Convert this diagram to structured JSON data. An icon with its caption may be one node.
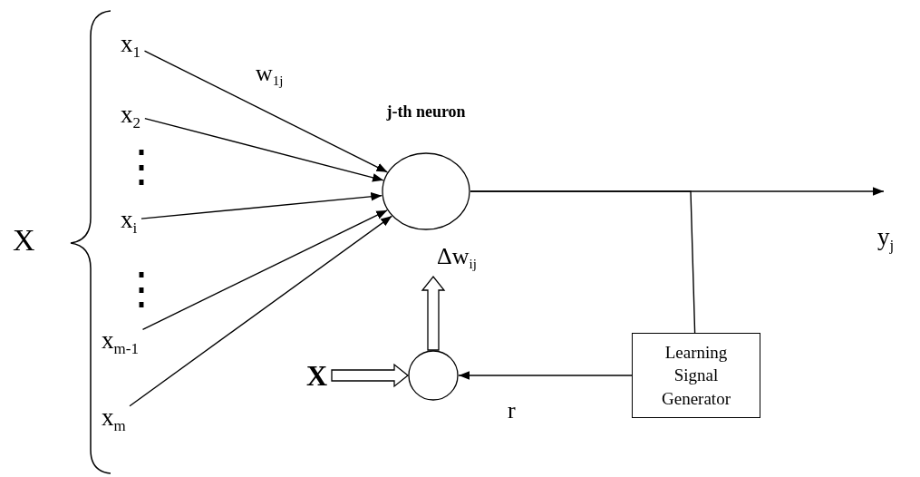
{
  "diagram": {
    "nodes": [
      {
        "text": [
          "x$_{1}$"
        ]
      },
      {
        "text": [
          "x$_{2}$"
        ]
      },
      {
        "text": [
          "x$_{i}$"
        ]
      },
      {
        "text": [
          "x$_{m-1}$"
        ]
      },
      {
        "text": [
          "x$_{m}$"
        ]
      },
      {
        "text": [
          "j-th neuron"
        ]
      },
      {
        "text": [],
        "shape": "circle"
      },
      {
        "text": [
          "Learning Signal Generator"
        ]
      },
      {
        "text": [
          "X"
        ]
      }
    ],
    "edges": [
      {
        "from": 0,
        "to": 5,
        "arrow": "to",
        "label": "w$_{1j}$"
      },
      {
        "from": 1,
        "to": 5,
        "arrow": "to"
      },
      {
        "from": 2,
        "to": 5,
        "arrow": "to"
      },
      {
        "from": 3,
        "to": 5,
        "arrow": "to"
      },
      {
        "from": 4,
        "to": 5,
        "arrow": "to"
      },
      {
        "from": 5,
        "to": null,
        "arrow": "to"
      },
      {
        "from": 5,
        "to": 7,
        "arrow": "none"
      },
      {
        "from": 7,
        "to": 6,
        "arrow": "to",
        "label": "r"
      },
      {
        "from": 8,
        "to": 6,
        "arrow": "to",
        "style": "thick"
      },
      {
        "from": 6,
        "to": null,
        "arrow": "to",
        "style": "thick",
        "label": "Δw$_{ij}$"
      }
    ],
    "labels": [
      "X",
      "⋮",
      "⋮",
      "y$_{j}$"
    ]
  }
}
